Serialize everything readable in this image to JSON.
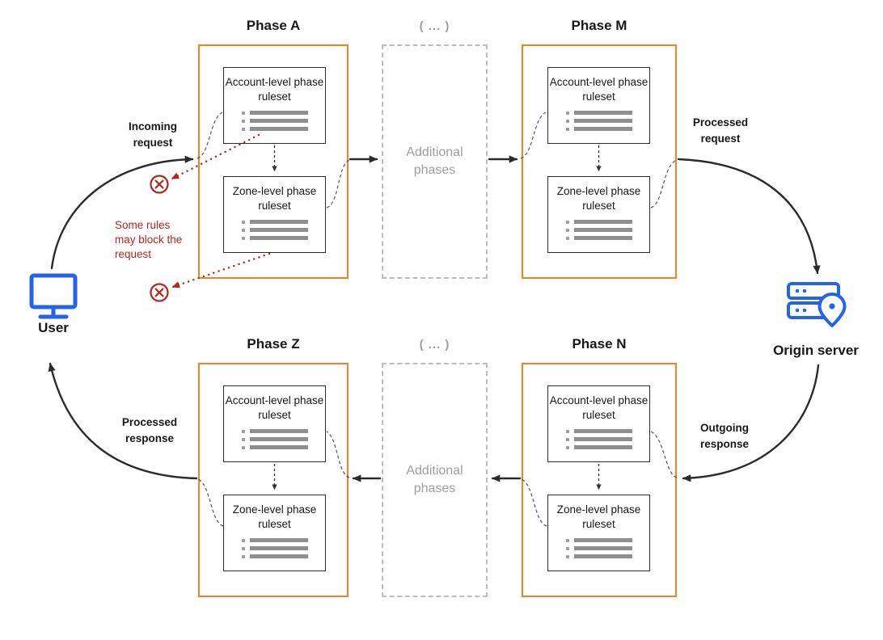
{
  "colors": {
    "phase_border_orange": "#F6821F",
    "node_icon_blue": "#2563EB",
    "warning_red": "#B3261E",
    "muted_gray": "#9E9E9E",
    "arrow_black": "#2B2B2B"
  },
  "nodes": {
    "user": {
      "label": "User"
    },
    "origin_server": {
      "label": "Origin server"
    }
  },
  "phases": {
    "a": {
      "title": "Phase A"
    },
    "m": {
      "title": "Phase M"
    },
    "z": {
      "title": "Phase Z"
    },
    "n": {
      "title": "Phase N"
    }
  },
  "additional_phases": {
    "ellipsis": "( ... )",
    "label": "Additional phases"
  },
  "rulesets": {
    "account": "Account-level phase ruleset",
    "zone": "Zone-level phase ruleset"
  },
  "flow_labels": {
    "incoming_request": "Incoming request",
    "processed_request": "Processed request",
    "outgoing_response": "Outgoing response",
    "processed_response": "Processed response"
  },
  "notes": {
    "block_warning": "Some rules may block the request"
  }
}
